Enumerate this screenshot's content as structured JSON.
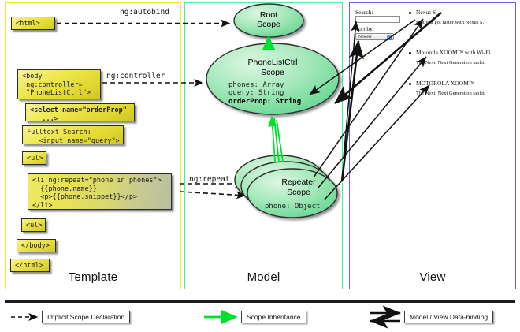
{
  "panels": {
    "template": {
      "label": "Template",
      "color": "#f2ed1b"
    },
    "model": {
      "label": "Model",
      "color": "#3ef3a4"
    },
    "view": {
      "label": "View",
      "color": "#6f5ce8"
    }
  },
  "template_boxes": [
    {
      "name": "html-open-box",
      "text": "<html>"
    },
    {
      "name": "body-box",
      "text": "<body\n ng:controller=\n \"PhoneListCtrl\">"
    },
    {
      "name": "select-box",
      "text": "<select name=\"orderProp\"\n   ...>"
    },
    {
      "name": "fulltext-box",
      "text": "Fulltext Search:\n   <input name=\"query\">"
    },
    {
      "name": "ul-open-box",
      "text": "<ul>"
    },
    {
      "name": "li-repeat-box",
      "text": "<li ng:repeat=\"phone in phones\">\n  {{phone.name}}\n  <p>{{phone.snippet}}</p>\n</li>"
    },
    {
      "name": "ul-close-box",
      "text": "<ul>"
    },
    {
      "name": "body-close-box",
      "text": "</body>"
    },
    {
      "name": "html-close-box",
      "text": "</html>"
    }
  ],
  "edge_labels": {
    "autobind": "ng:autobind",
    "controller": "ng:controller",
    "repeat": "ng:repeat"
  },
  "scopes": [
    {
      "name": "root-scope",
      "title_line1": "Root",
      "title_line2": "Scope",
      "props": []
    },
    {
      "name": "phonelistctrl-scope",
      "title_line1": "PhoneListCtrl",
      "title_line2": "Scope",
      "props": [
        {
          "text": "phones: Array",
          "bold": false
        },
        {
          "text": "query: String",
          "bold": false
        },
        {
          "text": "orderProp: String",
          "bold": true
        }
      ]
    },
    {
      "name": "repeater-scope",
      "title_line1": "Repeater",
      "title_line2": "Scope",
      "props": [
        {
          "text": "phone: Object",
          "bold": false
        }
      ]
    }
  ],
  "view": {
    "search_label": "Search:",
    "search_value": "",
    "sort_label": "Sort by:",
    "sort_selected": "Newest",
    "phones": [
      {
        "name": "Nexus S",
        "snippet": "Fast just got faster with Nexus S."
      },
      {
        "name": "Motorola XOOM™  with Wi-Fi",
        "snippet": "The Next, Next Generation tablet."
      },
      {
        "name": "MOTOROLA XOOM™",
        "snippet": "The Next, Next Generation tablet."
      }
    ]
  },
  "legend": [
    {
      "name": "legend-implicit-scope",
      "label": "Implicit Scope Declaration",
      "style": "dashed-black"
    },
    {
      "name": "legend-scope-inherit",
      "label": "Scope Inheritance",
      "style": "solid-green"
    },
    {
      "name": "legend-data-binding",
      "label": "Model / View Data-binding",
      "style": "double-black"
    }
  ],
  "colors": {
    "inheritance_green": "#00e02e",
    "box_yellow": "#e7e251",
    "arrow_black": "#111111"
  }
}
